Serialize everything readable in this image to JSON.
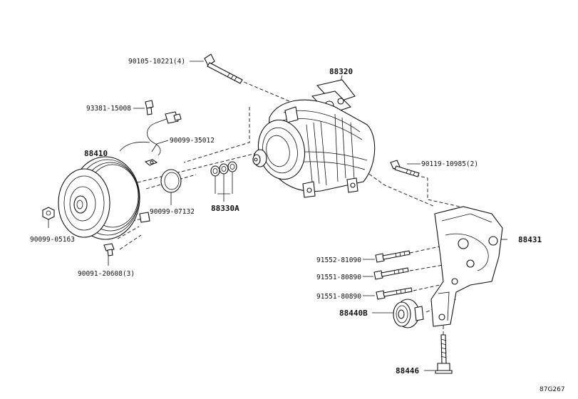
{
  "diagram_code": "87G267",
  "callouts": [
    {
      "id": "c90105",
      "text": "90105-10221(4)"
    },
    {
      "id": "c88320",
      "text": "88320"
    },
    {
      "id": "c93381",
      "text": "93381-15008"
    },
    {
      "id": "c90099a",
      "text": "90099-35012"
    },
    {
      "id": "c88410",
      "text": "88410"
    },
    {
      "id": "c90119",
      "text": "90119-10985(2)"
    },
    {
      "id": "c90099b",
      "text": "90099-07132"
    },
    {
      "id": "c88330A",
      "text": "88330A"
    },
    {
      "id": "c90099c",
      "text": "90099-05163"
    },
    {
      "id": "c88431",
      "text": "88431"
    },
    {
      "id": "c91552",
      "text": "91552-81090"
    },
    {
      "id": "c90091",
      "text": "90091-20608(3)"
    },
    {
      "id": "c91551a",
      "text": "91551-80890"
    },
    {
      "id": "c91551b",
      "text": "91551-80890"
    },
    {
      "id": "c88440B",
      "text": "88440B"
    },
    {
      "id": "c88446",
      "text": "88446"
    }
  ]
}
